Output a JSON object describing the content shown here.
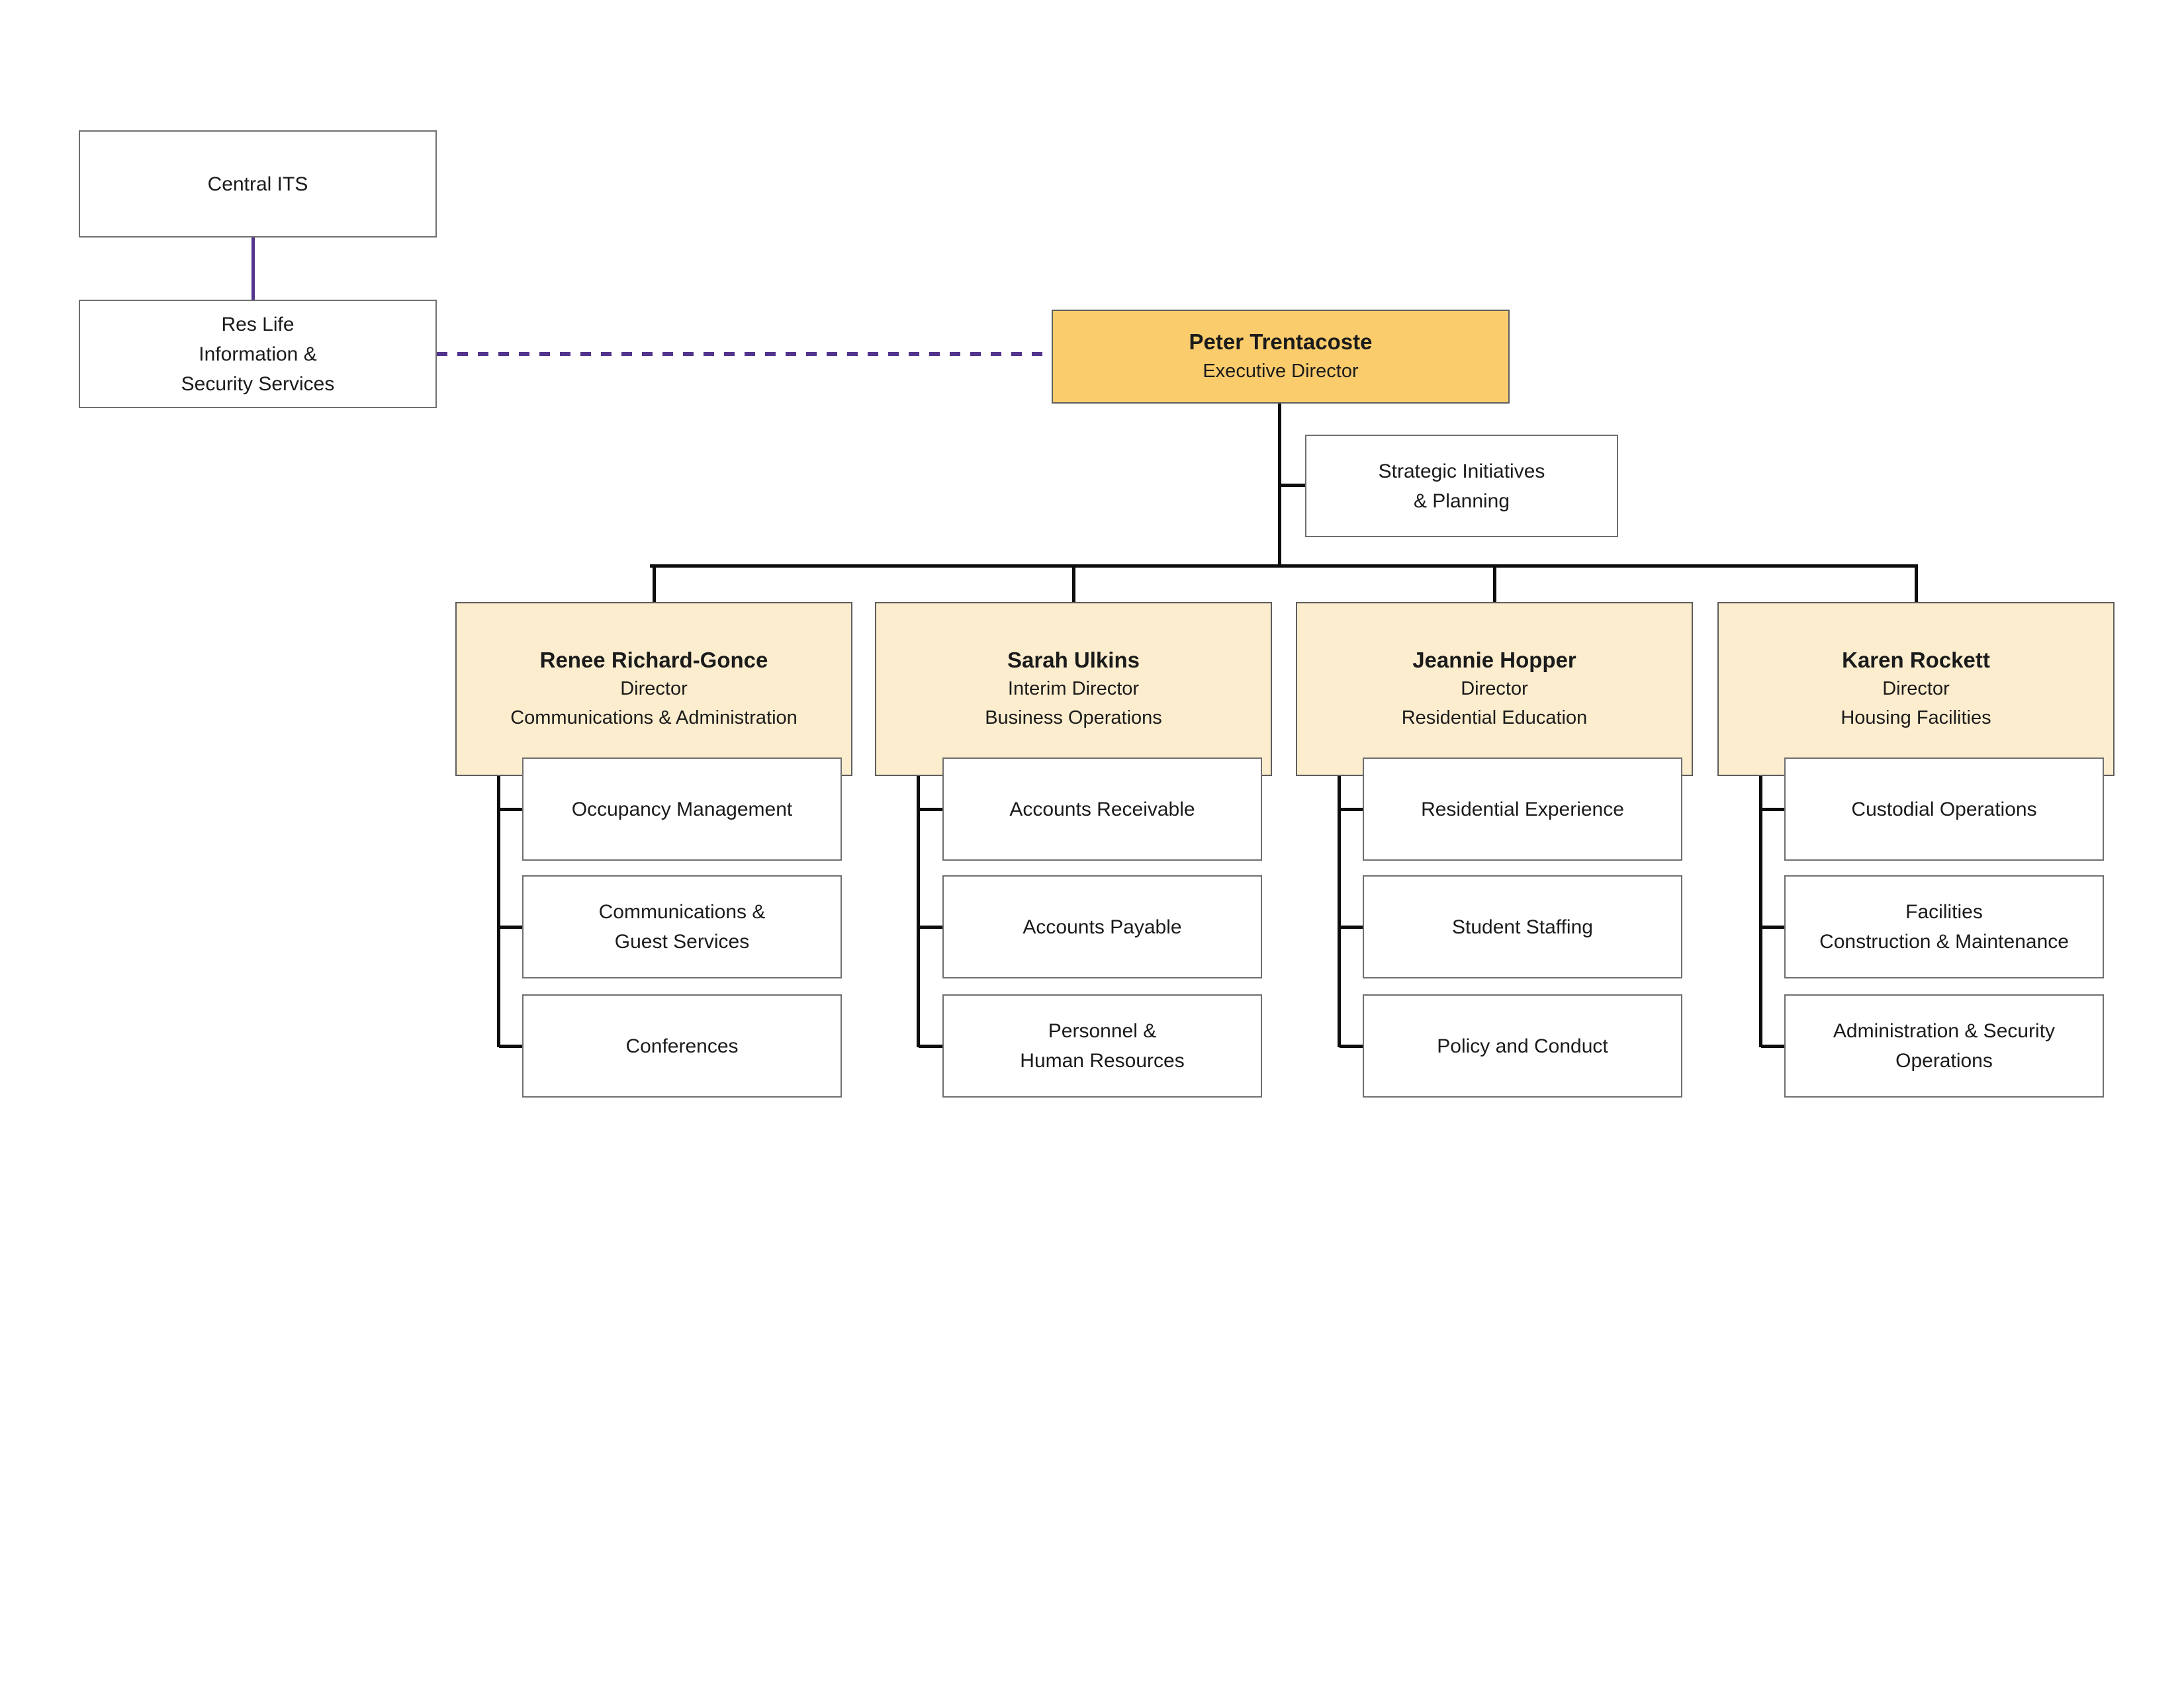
{
  "theme": {
    "executive_fill": "#FBCC6C",
    "director_fill": "#FCEDCE",
    "line_color": "#0d0d0d",
    "purple_line_color": "#53348D",
    "box_border_color": "#6f6f6f",
    "text_color": "#1b1b1b"
  },
  "external": {
    "central_its": "Central ITS",
    "res_life": "Res Life\nInformation &\nSecurity Services"
  },
  "executive": {
    "name": "Peter Trentacoste",
    "title": "Executive Director"
  },
  "strategic": {
    "label": "Strategic Initiatives\n& Planning"
  },
  "directors": [
    {
      "name": "Renee Richard-Gonce",
      "title": "Director\nCommunications & Administration",
      "reports": [
        "Occupancy Management",
        "Communications &\nGuest Services",
        "Conferences"
      ]
    },
    {
      "name": "Sarah Ulkins",
      "title": "Interim Director\nBusiness Operations",
      "reports": [
        "Accounts Receivable",
        "Accounts Payable",
        "Personnel &\nHuman Resources"
      ]
    },
    {
      "name": "Jeannie Hopper",
      "title": "Director\nResidential Education",
      "reports": [
        "Residential Experience",
        "Student Staffing",
        "Policy and Conduct"
      ]
    },
    {
      "name": "Karen Rockett",
      "title": "Director\nHousing Facilities",
      "reports": [
        "Custodial Operations",
        "Facilities\nConstruction & Maintenance",
        "Administration & Security\nOperations"
      ]
    }
  ]
}
